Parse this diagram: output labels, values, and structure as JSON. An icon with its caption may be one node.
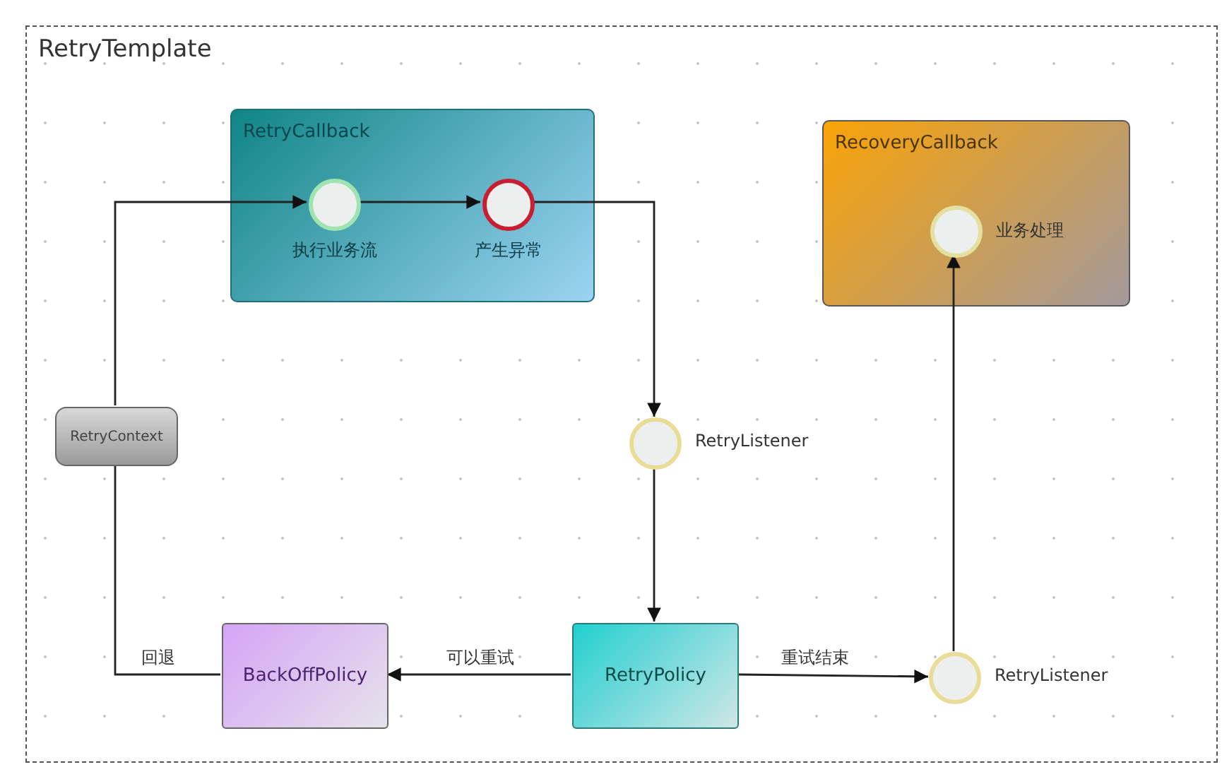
{
  "diagram": {
    "nodes": [
      {
        "text": [
          "RetryTemplate"
        ]
      },
      {
        "text": [
          "RetryCallback"
        ],
        "in": 0
      },
      {
        "text": [
          "执行业务流"
        ],
        "in": 1
      },
      {
        "text": [
          "产生异常"
        ],
        "in": 1
      },
      {
        "text": [
          "RecoveryCallback"
        ],
        "in": 0
      },
      {
        "text": [
          "业务处理"
        ],
        "in": 4
      },
      {
        "text": [
          "RetryListener"
        ],
        "in": 0
      },
      {
        "text": [
          "RetryContext"
        ],
        "in": 0
      },
      {
        "text": [
          "BackOffPolicy"
        ],
        "in": 0
      },
      {
        "text": [
          "RetryPolicy"
        ],
        "in": 0
      },
      {
        "text": [
          "RetryListener"
        ],
        "in": 0
      }
    ],
    "edges": [
      {
        "from": 2,
        "to": 3,
        "arrow": "to"
      },
      {
        "from": 3,
        "to": 6,
        "arrow": "to"
      },
      {
        "from": 6,
        "to": 9,
        "arrow": "to"
      },
      {
        "from": 9,
        "to": 8,
        "arrow": "to",
        "label": "可以重试"
      },
      {
        "from": 9,
        "to": 10,
        "arrow": "to",
        "label": "重试结束"
      },
      {
        "from": 10,
        "to": 5,
        "arrow": "to"
      },
      {
        "from": 8,
        "to": 7,
        "arrow": "none",
        "label": "回退"
      },
      {
        "from": 7,
        "to": 2,
        "arrow": "to"
      }
    ]
  }
}
